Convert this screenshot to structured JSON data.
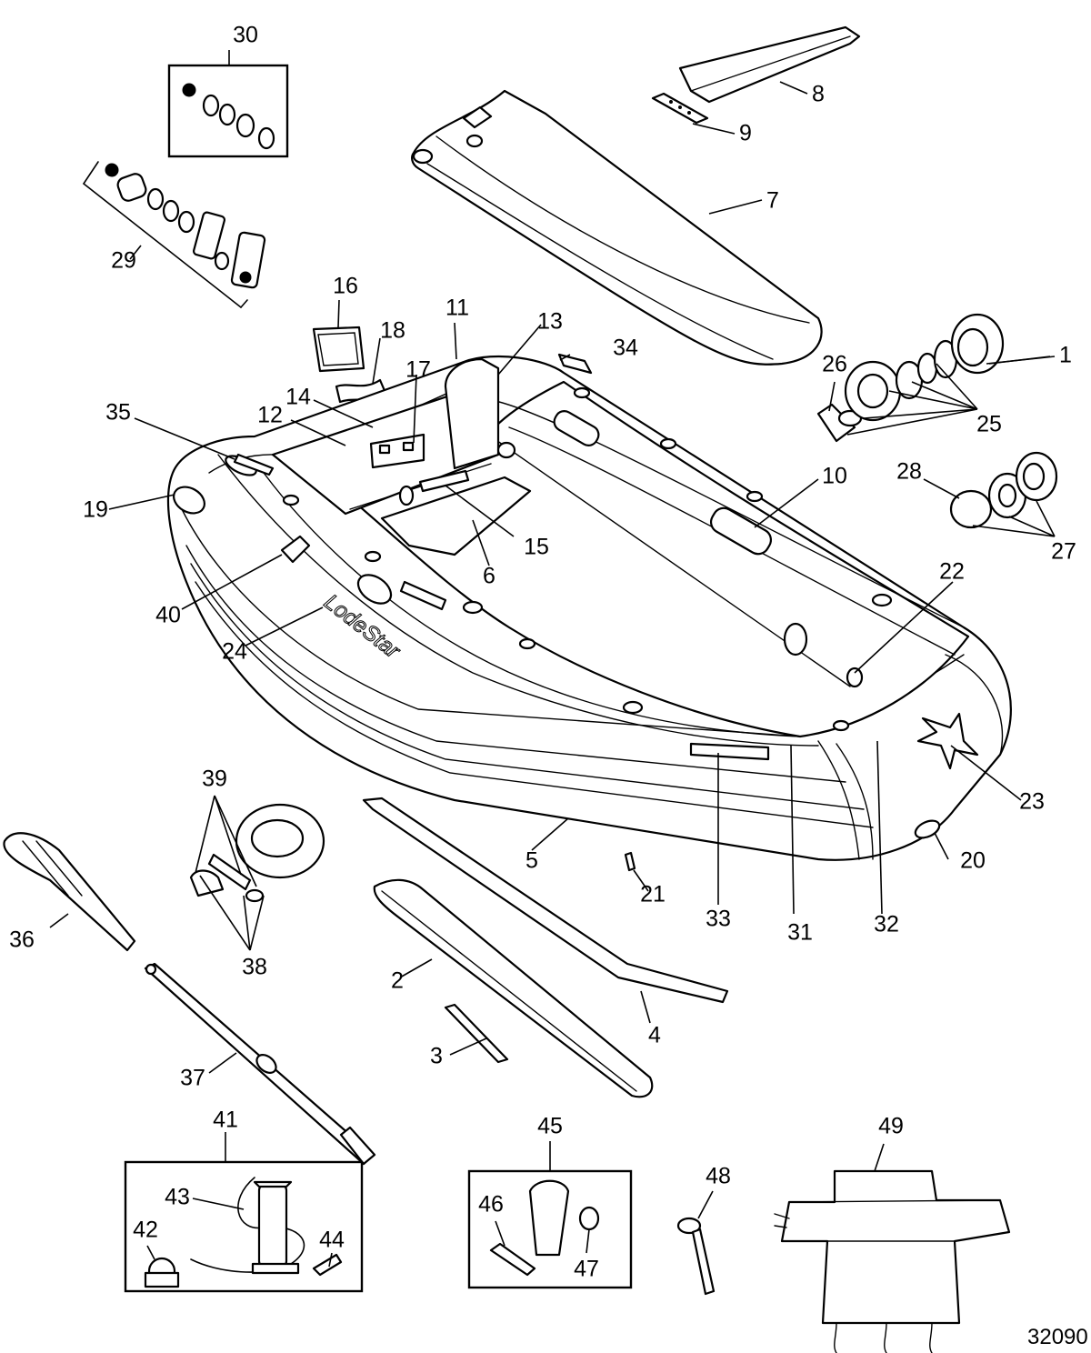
{
  "diagram": {
    "document_number": "32090",
    "brand_text": "LodeStar",
    "callouts": [
      "1",
      "2",
      "3",
      "4",
      "5",
      "6",
      "7",
      "8",
      "9",
      "10",
      "11",
      "12",
      "13",
      "14",
      "15",
      "16",
      "17",
      "18",
      "19",
      "20",
      "21",
      "22",
      "23",
      "24",
      "25",
      "26",
      "27",
      "28",
      "29",
      "30",
      "31",
      "32",
      "33",
      "34",
      "35",
      "36",
      "37",
      "38",
      "39",
      "40",
      "41",
      "42",
      "43",
      "44",
      "45",
      "46",
      "47",
      "48",
      "49"
    ]
  }
}
